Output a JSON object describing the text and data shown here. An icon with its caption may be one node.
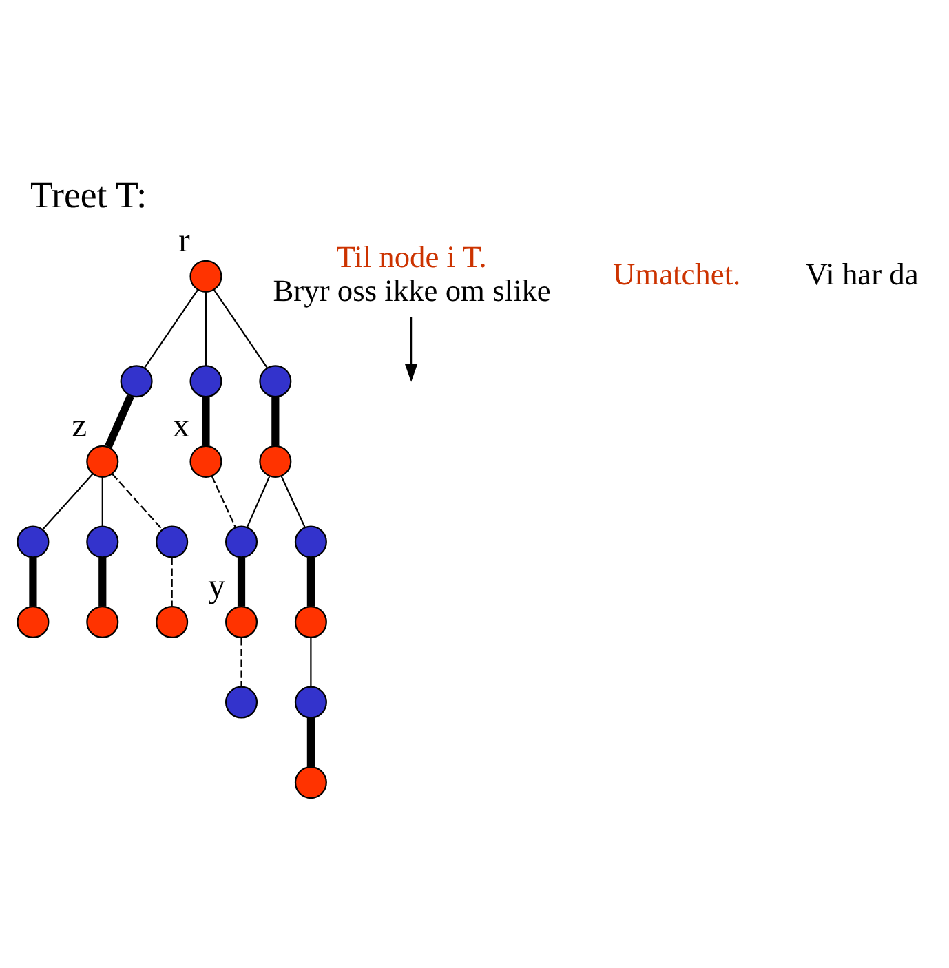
{
  "diagram": {
    "title": "Treet T:",
    "nodes": [
      {
        "text": [],
        "shape": "circle",
        "beside": [
          "r"
        ]
      },
      {
        "text": [],
        "shape": "circle"
      },
      {
        "text": [],
        "shape": "circle"
      },
      {
        "text": [],
        "shape": "circle"
      },
      {
        "text": [],
        "shape": "circle",
        "beside": [
          "z"
        ]
      },
      {
        "text": [],
        "shape": "circle",
        "beside": [
          "x"
        ]
      },
      {
        "text": [],
        "shape": "circle"
      },
      {
        "text": [],
        "shape": "circle"
      },
      {
        "text": [],
        "shape": "circle"
      },
      {
        "text": [],
        "shape": "circle"
      },
      {
        "text": [],
        "shape": "circle"
      },
      {
        "text": [],
        "shape": "circle"
      },
      {
        "text": [],
        "shape": "circle"
      },
      {
        "text": [],
        "shape": "circle"
      },
      {
        "text": [],
        "shape": "circle"
      },
      {
        "text": [],
        "shape": "circle",
        "beside": [
          "y"
        ]
      },
      {
        "text": [],
        "shape": "circle"
      },
      {
        "text": [],
        "shape": "circle"
      },
      {
        "text": [],
        "shape": "circle"
      },
      {
        "text": [],
        "shape": "circle"
      },
      {
        "text": [
          "Til node i T.",
          "Bryr oss ikke om slike"
        ]
      }
    ],
    "edges": [
      {
        "from": 0,
        "to": 1,
        "arrow": "none"
      },
      {
        "from": 0,
        "to": 2,
        "arrow": "none"
      },
      {
        "from": 0,
        "to": 3,
        "arrow": "none"
      },
      {
        "from": 1,
        "to": 4,
        "arrow": "none",
        "style": "thick"
      },
      {
        "from": 2,
        "to": 5,
        "arrow": "none",
        "style": "thick"
      },
      {
        "from": 3,
        "to": 6,
        "arrow": "none",
        "style": "thick"
      },
      {
        "from": 4,
        "to": 7,
        "arrow": "none"
      },
      {
        "from": 4,
        "to": 8,
        "arrow": "none"
      },
      {
        "from": 4,
        "to": 11,
        "arrow": "none",
        "style": "dashed"
      },
      {
        "from": 7,
        "to": 9,
        "arrow": "none",
        "style": "thick"
      },
      {
        "from": 8,
        "to": 10,
        "arrow": "none",
        "style": "thick"
      },
      {
        "from": 11,
        "to": 12,
        "arrow": "none",
        "style": "dashed"
      },
      {
        "from": 6,
        "to": 13,
        "arrow": "none"
      },
      {
        "from": 6,
        "to": 14,
        "arrow": "none"
      },
      {
        "from": 5,
        "to": 13,
        "arrow": "none",
        "style": "dashed"
      },
      {
        "from": 13,
        "to": 15,
        "arrow": "none",
        "style": "thick"
      },
      {
        "from": 14,
        "to": 16,
        "arrow": "none",
        "style": "thick"
      },
      {
        "from": 16,
        "to": 17,
        "arrow": "none"
      },
      {
        "from": 17,
        "to": 18,
        "arrow": "none",
        "style": "thick"
      },
      {
        "from": 15,
        "to": 19,
        "arrow": "none",
        "style": "dashed"
      },
      {
        "from": 20,
        "to": null,
        "arrow": "to"
      }
    ],
    "labels": [
      "Umatchet.",
      "Vi har da"
    ]
  }
}
